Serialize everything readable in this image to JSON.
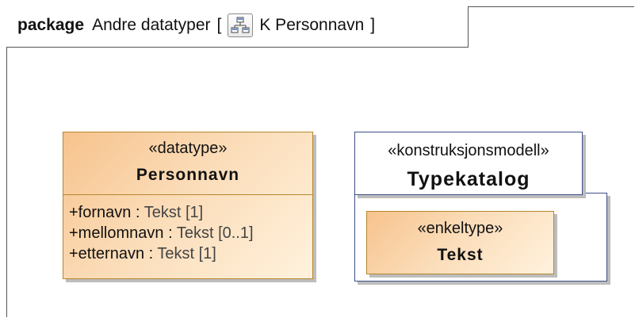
{
  "frame": {
    "keyword": "package",
    "package_name": "Andre datatyper",
    "open_bracket": "[",
    "diagram_icon": "class-diagram-icon",
    "diagram_name": "K Personnavn",
    "close_bracket": "]"
  },
  "classes": {
    "personnavn": {
      "stereotype": "«datatype»",
      "name": "Personnavn",
      "attributes": [
        {
          "name": "+fornavn",
          "sep": " : ",
          "type": "Tekst [1]"
        },
        {
          "name": "+mellomnavn",
          "sep": " : ",
          "type": "Tekst [0..1]"
        },
        {
          "name": "+etternavn",
          "sep": " : ",
          "type": "Tekst [1]"
        }
      ]
    },
    "typekatalog": {
      "stereotype": "«konstruksjonsmodell»",
      "name": "Typekatalog"
    },
    "tekst": {
      "stereotype": "«enkeltype»",
      "name": "Tekst"
    }
  },
  "colors": {
    "class_fill_start": "#f7c38d",
    "class_fill_end": "#fff2dd",
    "class_border": "#b6862e",
    "package_border": "#3e4f87"
  }
}
